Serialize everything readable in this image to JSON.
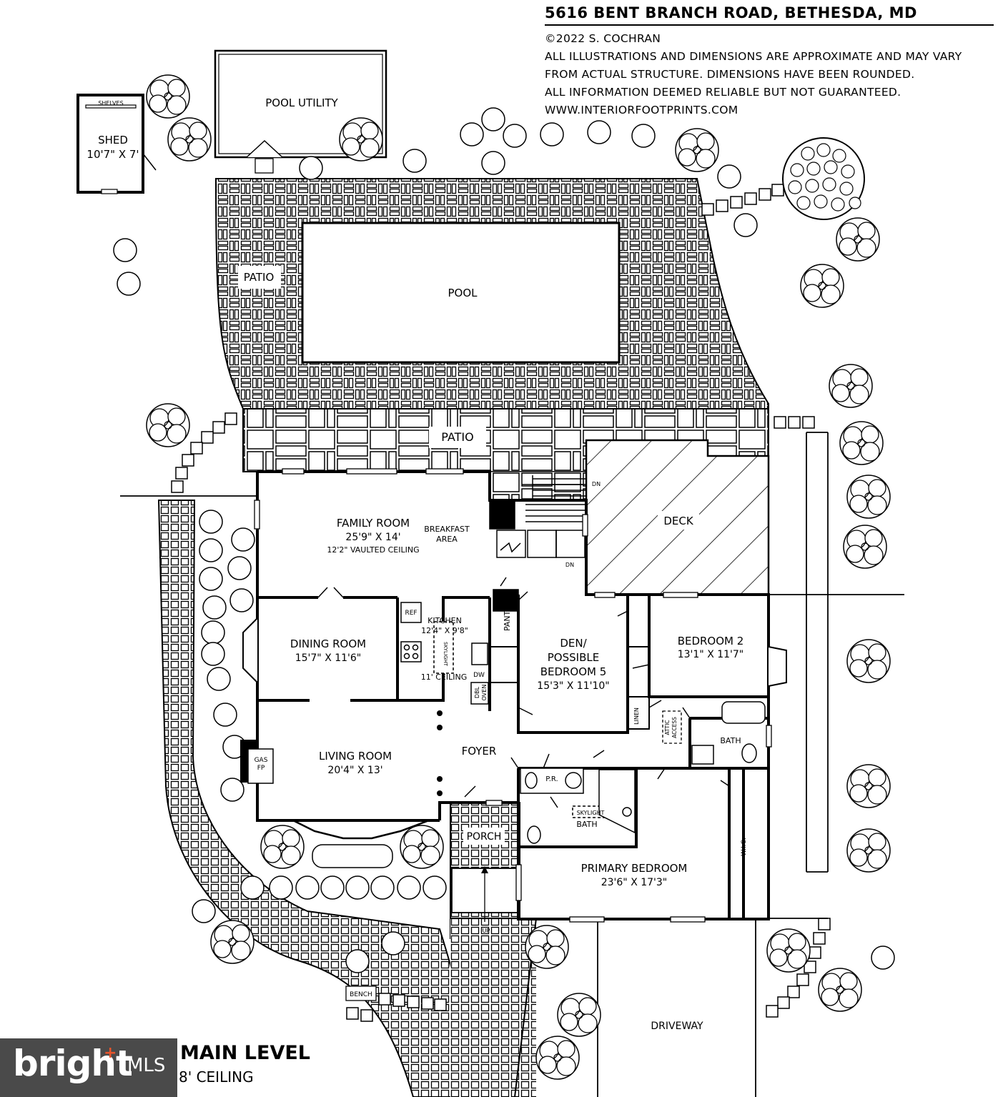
{
  "header": {
    "address": "5616 BENT BRANCH ROAD, BETHESDA, MD",
    "copyright": "©2022 S. COCHRAN",
    "disclaimer_1": "ALL ILLUSTRATIONS AND DIMENSIONS ARE APPROXIMATE AND MAY VARY",
    "disclaimer_2": "FROM ACTUAL STRUCTURE. DIMENSIONS HAVE BEEN ROUNDED.",
    "disclaimer_3": "ALL INFORMATION DEEMED RELIABLE BUT NOT GUARANTEED.",
    "website": "WWW.INTERIORFOOTPRINTS.COM"
  },
  "outdoor": {
    "shed_name": "SHED",
    "shed_dims": "10'7\" X 7'",
    "shelves": "SHELVES",
    "pool_utility": "POOL UTILITY",
    "pool": "POOL",
    "patio_left": "PATIO",
    "patio_main": "PATIO",
    "deck": "DECK",
    "porch": "PORCH",
    "driveway": "DRIVEWAY",
    "bench": "BENCH",
    "dn_top": "DN",
    "dn_bottom": "DN",
    "up": "UP"
  },
  "rooms": {
    "family_name": "FAMILY ROOM",
    "family_dims": "25'9\" X 14'",
    "family_ceiling": "12'2\" VAULTED CEILING",
    "breakfast_1": "BREAKFAST",
    "breakfast_2": "AREA",
    "dining_name": "DINING ROOM",
    "dining_dims": "15'7\" X 11'6\"",
    "kitchen_name": "KITCHEN",
    "kitchen_dims": "12'4\" X 9'8\"",
    "kitchen_ceiling": "11' CEILING",
    "skylight_kitchen": "SKYLIGHT",
    "ref": "REF",
    "dw": "DW",
    "dbl_oven_1": "DBL",
    "dbl_oven_2": "OVEN",
    "pantry": "PANTRY",
    "den_1": "DEN/",
    "den_2": "POSSIBLE",
    "den_3": "BEDROOM 5",
    "den_dims": "15'3\" X 11'10\"",
    "bed2_name": "BEDROOM 2",
    "bed2_dims": "13'1\" X 11'7\"",
    "linen": "LINEN",
    "attic_1": "ATTIC",
    "attic_2": "ACCESS",
    "bath_hall": "BATH",
    "living_name": "LIVING ROOM",
    "living_dims": "20'4\" X 13'",
    "gas_1": "GAS",
    "gas_2": "FP",
    "foyer": "FOYER",
    "pr": "P.R.",
    "skylight_bath": "SKYLIGHT",
    "bath_primary": "BATH",
    "primary_name": "PRIMARY BEDROOM",
    "primary_dims": "23'6\" X 17'3\"",
    "wic": "W.I.C."
  },
  "footer": {
    "level": "MAIN LEVEL",
    "ceiling": "8' CEILING",
    "brand": "bright",
    "brand_suffix": "MLS"
  },
  "colors": {
    "line": "#000000",
    "brand_bg": "#4a4a4a",
    "brand_accent": "#e8542a"
  }
}
